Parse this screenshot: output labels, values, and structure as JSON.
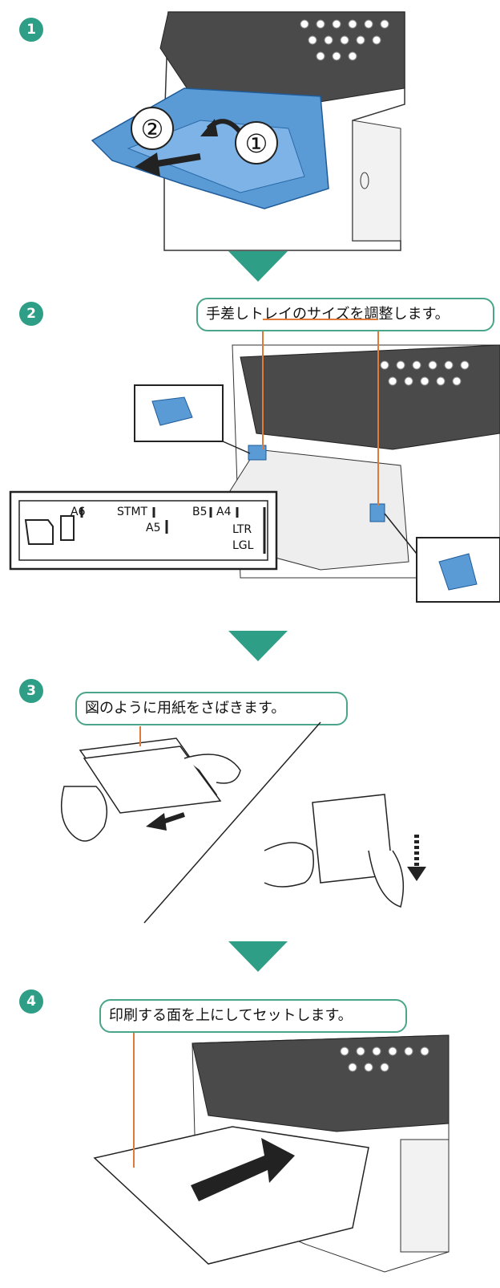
{
  "steps": [
    {
      "number": "1"
    },
    {
      "number": "2",
      "callout": "手差しトレイのサイズを調整します。"
    },
    {
      "number": "3",
      "callout": "図のように用紙をさばきます。"
    },
    {
      "number": "4",
      "callout": "印刷する面を上にしてセットします。"
    }
  ],
  "step1": {
    "marker_1": "①",
    "marker_2": "②"
  },
  "size_panel": {
    "labels": [
      "A6",
      "STMT",
      "A5",
      "B5",
      "A4",
      "LTR",
      "LGL"
    ]
  },
  "icons": [
    "printer-illustration",
    "tray-icon",
    "hand-illustration",
    "arrow-down-icon"
  ],
  "colors": {
    "badge": "#2f9e86",
    "callout_border": "#4aa58a",
    "leader_line": "#e07a3a",
    "tray_blue": "#5b9bd5"
  }
}
